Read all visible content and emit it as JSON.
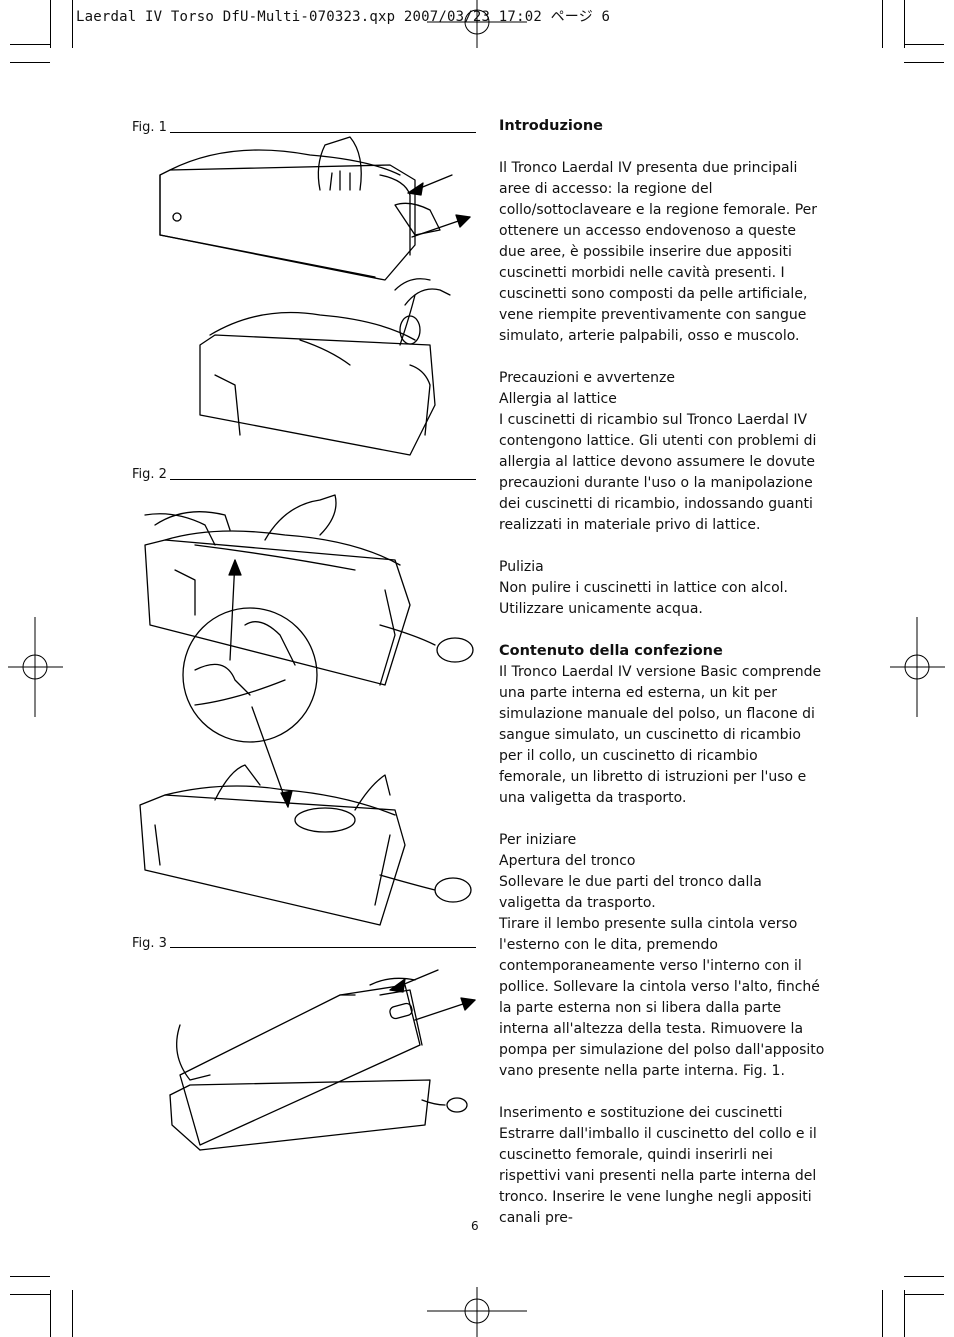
{
  "slug": "Laerdal IV Torso DfU-Multi-070323.qxp  2007/03/23  17:02  ページ 6",
  "figures": {
    "fig1_label": "Fig. 1",
    "fig2_label": "Fig. 2",
    "fig3_label": "Fig. 3"
  },
  "text": {
    "intro_heading": "Introduzione",
    "intro_body": "Il Tronco Laerdal IV presenta due principali aree di accesso: la regione del collo/sottoclaveare e la regione femorale. Per ottenere un accesso endovenoso a queste due aree, è possibile inserire due appositi cuscinetti morbidi nelle cavità presenti. I cuscinetti sono composti da pelle artificiale, vene riempite preventivamente con sangue simulato, arterie palpabili, osso e muscolo.",
    "precautions_heading": "Precauzioni e avvertenze",
    "latex_heading": "Allergia al lattice",
    "latex_body": "I cuscinetti di ricambio sul Tronco Laerdal IV contengono lattice. Gli utenti con problemi di allergia al lattice devono assumere le dovute precauzioni durante l'uso o la manipolazione dei cuscinetti di ricambio, indossando guanti realizzati in materiale privo di lattice.",
    "cleaning_heading": "Pulizia",
    "cleaning_body": "Non pulire i cuscinetti in lattice con alcol. Utilizzare unicamente acqua.",
    "contents_heading": "Contenuto della confezione",
    "contents_body": "Il Tronco Laerdal IV versione Basic comprende una parte interna ed esterna, un kit per simulazione manuale del polso, un flacone di sangue simulato, un cuscinetto di ricambio per il collo, un cuscinetto di ricambio femorale, un libretto di istruzioni per l'uso e una valigetta da trasporto.",
    "start_heading": "Per iniziare",
    "opening_heading": "Apertura del tronco",
    "opening_body1": "Sollevare le due parti del tronco dalla valigetta da trasporto.",
    "opening_body2": "Tirare il lembo presente sulla cintola verso l'esterno con le dita, premendo contemporaneamente verso l'interno con il pollice. Sollevare la cintola verso l'alto, finché la parte esterna non si libera dalla parte interna all'altezza della testa. Rimuovere la pompa per simulazione del polso dall'apposito vano presente nella parte interna. Fig. 1.",
    "insert_heading": "Inserimento e sostituzione dei cuscinetti",
    "insert_body": "Estrarre dall'imballo il cuscinetto del collo e il cuscinetto femorale, quindi inserirli nei rispettivi vani presenti nella parte interna del tronco. Inserire le vene lunghe negli appositi canali pre-"
  },
  "page_number": "6"
}
